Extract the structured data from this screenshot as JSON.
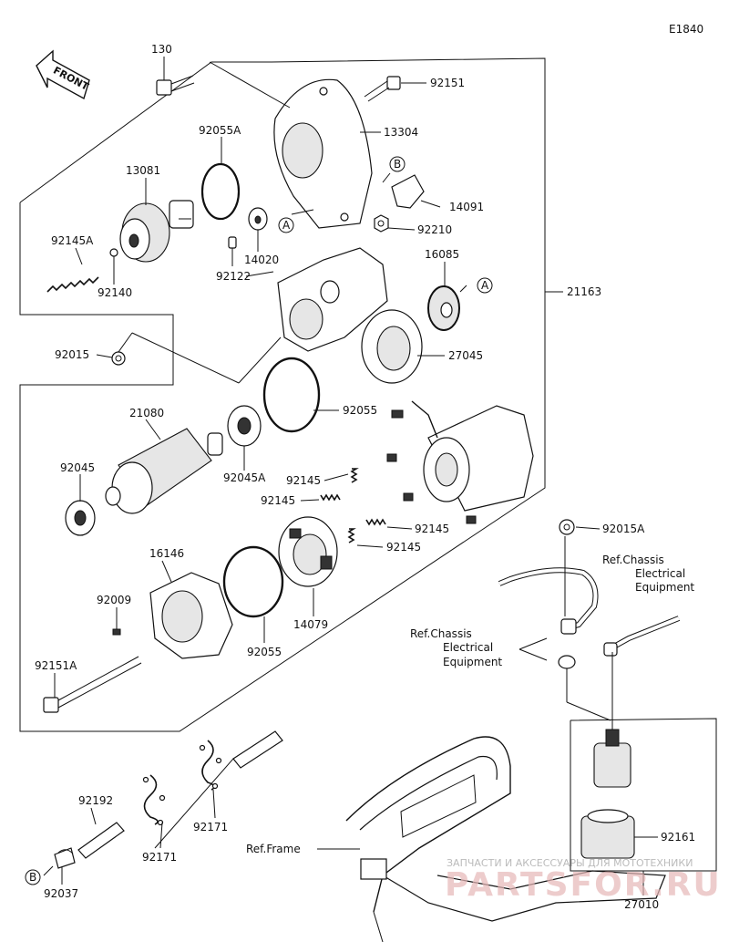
{
  "diagram_code": "E1840",
  "front_label": "FRONT",
  "callouts": {
    "p130": "130",
    "p92151": "92151",
    "p13304": "13304",
    "p92055A": "92055A",
    "p13081": "13081",
    "p14091": "14091",
    "p92210": "92210",
    "p92145A": "92145A",
    "p14020": "14020",
    "p92122": "92122",
    "p92140": "92140",
    "p16085": "16085",
    "p21163": "21163",
    "p92015": "92015",
    "p27045": "27045",
    "p21080": "21080",
    "p92055_upper": "92055",
    "p92045": "92045",
    "p92045A": "92045A",
    "p92145_a": "92145",
    "p92145_b": "92145",
    "p92145_c": "92145",
    "p92145_d": "92145",
    "p16146": "16146",
    "p92015A": "92015A",
    "p92009": "92009",
    "p14079": "14079",
    "p92151A": "92151A",
    "p92055_lower": "92055",
    "p92192": "92192",
    "p92171_left": "92171",
    "p92171_right": "92171",
    "p92161": "92161",
    "p92037": "92037",
    "p27010": "27010"
  },
  "ref_labels": {
    "chassis_1": [
      "Ref.Chassis",
      "Electrical",
      "Equipment"
    ],
    "chassis_2": [
      "Ref.Chassis",
      "Electrical",
      "Equipment"
    ],
    "frame": "Ref.Frame"
  },
  "circle_refs": {
    "a_upper": "A",
    "a_right": "A",
    "b_upper": "B",
    "b_lower": "B"
  },
  "watermark": {
    "sub": "ЗАПЧАСТИ И АКСЕССУАРЫ ДЛЯ МОТОТЕХНИКИ",
    "main": "PARTSFOR.RU"
  }
}
